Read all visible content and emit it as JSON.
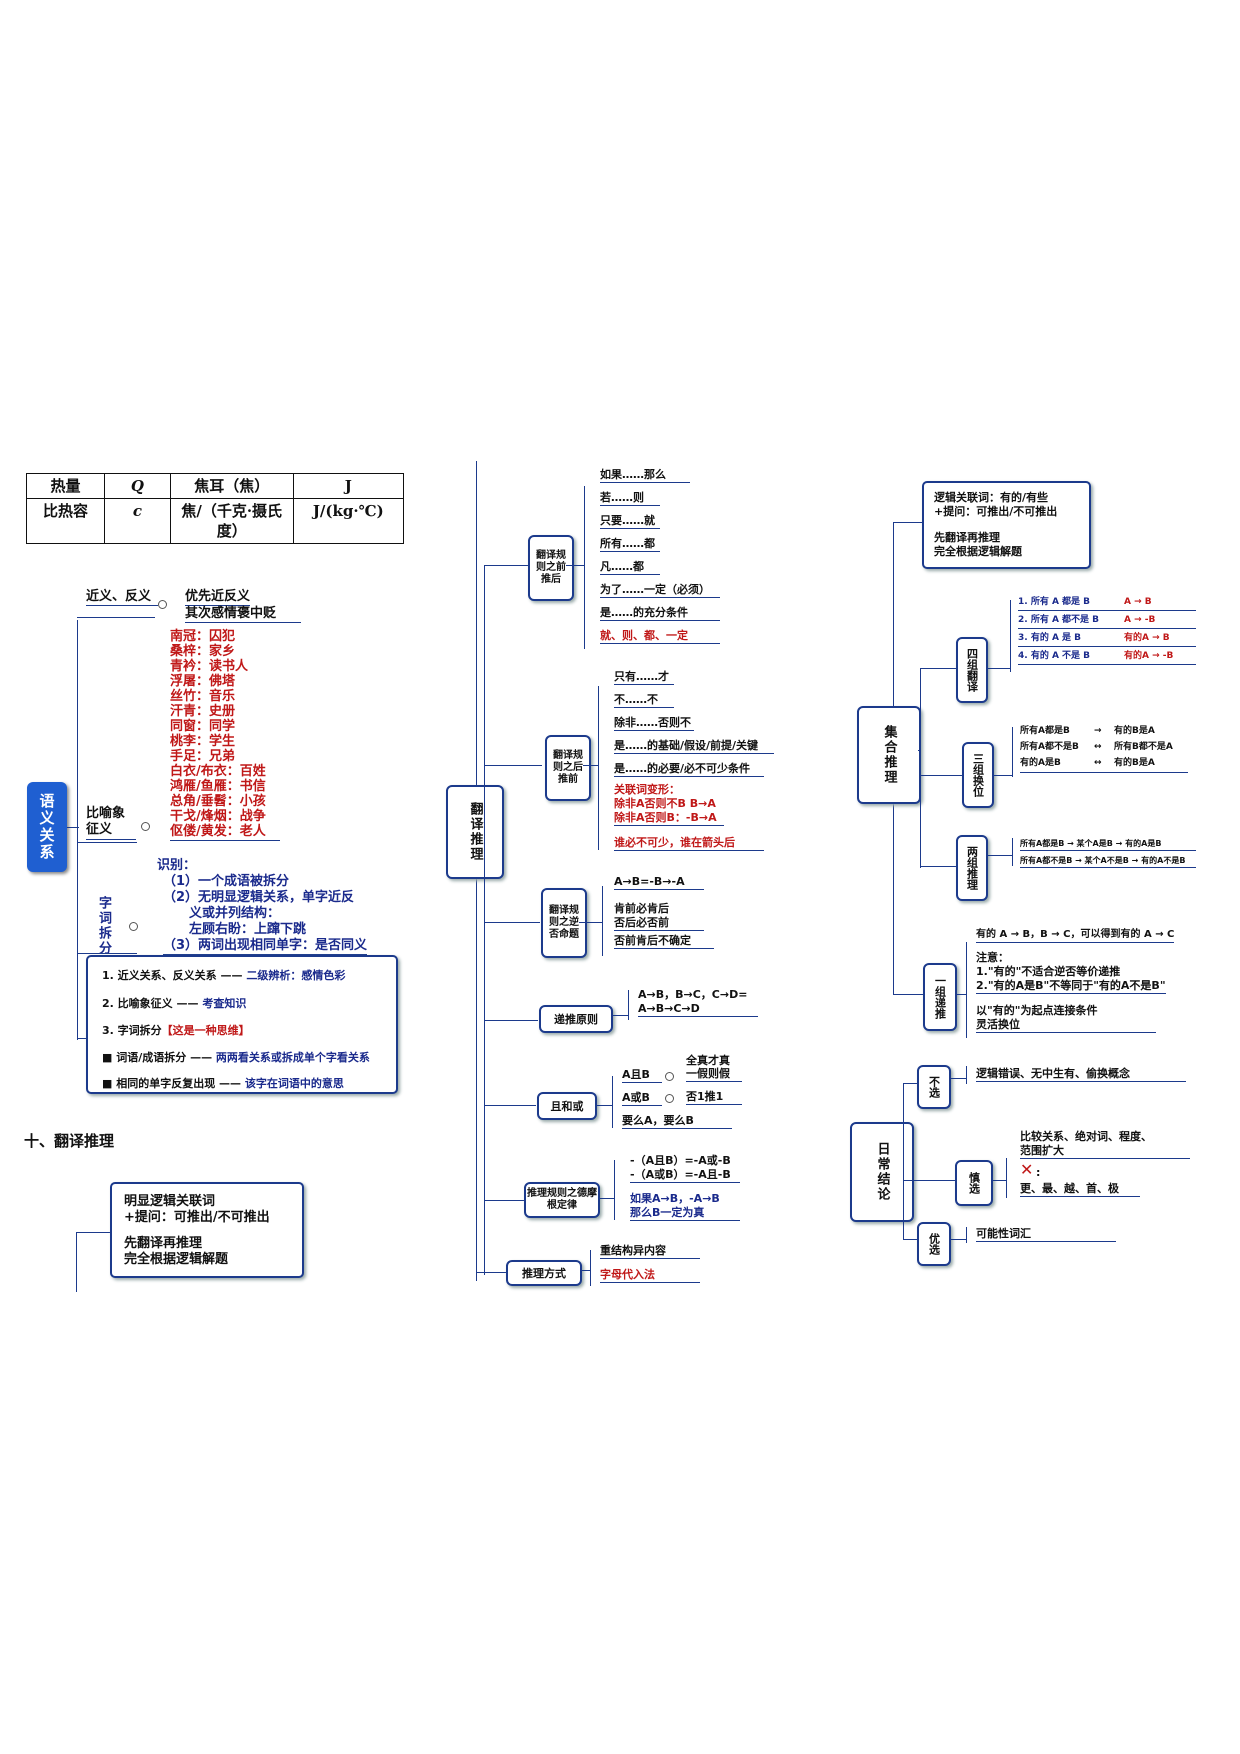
{
  "physics_table": {
    "rows": [
      [
        "热量",
        "Q",
        "焦耳（焦）",
        "J"
      ],
      [
        "比热容",
        "c",
        "焦/（千克·摄氏度）",
        "J/(kg·℃)"
      ]
    ]
  },
  "semantic": {
    "root": "语义关系",
    "near": {
      "label": "近义、反义",
      "text1": "优先近反义",
      "text2": "其次感情褒中贬"
    },
    "metaphor": {
      "label": "比喻象征义",
      "pairs": [
        "南冠：囚犯",
        "桑梓：家乡",
        "青衿：读书人",
        "浮屠：佛塔",
        "丝竹：音乐",
        "汗青：史册",
        "同窗：同学",
        "桃李：学生",
        "手足：兄弟",
        "白衣/布衣：百姓",
        "鸿雁/鱼雁：书信",
        "总角/垂髫：小孩",
        "干戈/烽烟：战争",
        "伛偻/黄发：老人"
      ]
    },
    "split": {
      "label": "字词拆分",
      "title": "识别：",
      "items": [
        "（1）一个成语被拆分",
        "（2）无明显逻辑关系，单字近反",
        "义或并列结构：",
        "左顾右盼：上蹿下跳",
        "（3）两词出现相同单字：是否同义"
      ]
    },
    "summary": [
      {
        "a": "1. 近义关系、反义关系 ——",
        "b": " 二级辨析：感情色彩"
      },
      {
        "a": "2. 比喻象征义 ——",
        "b": " 考查知识"
      },
      {
        "a": "3. 字词拆分",
        "b": "【这是一种思维】"
      },
      {
        "a": "■ 词语/成语拆分 ——",
        "b": " 两两看关系或拆成单个字看关系"
      },
      {
        "a": "■ 相同的单字反复出现 ——",
        "b": " 该字在词语中的意思"
      }
    ]
  },
  "section_title": "十、翻译推理",
  "bottom_box": {
    "line1": "明显逻辑关联词",
    "line2": "+提问：可推出/不可推出",
    "line3": "先翻译再推理",
    "line4": "完全根据逻辑解题"
  },
  "translate": {
    "root": "翻译推理",
    "before": {
      "label": "翻译规则之前推后",
      "items": [
        "如果……那么",
        "若……则",
        "只要……就",
        "所有……都",
        "凡……都",
        "为了……一定（必须）",
        "是……的充分条件",
        "就、则、都、一定"
      ]
    },
    "after": {
      "label": "翻译规则之后推前",
      "items": [
        "只有……才",
        "不……不",
        "除非……否则不",
        "是……的基础/假设/前提/关键",
        "是……的必要/必不可少条件",
        "关联词变形：",
        "除非A否则不B    B→A",
        "除非A否则B：-B→A",
        "谁必不可少，谁在箭头后"
      ]
    },
    "contra": {
      "label": "翻译规则之逆否命题",
      "a": "A→B=-B→-A",
      "b": "肯前必肯后",
      "c": "否后必否前",
      "d": "否前肯后不确定"
    },
    "chain": {
      "label": "递推原则",
      "a": "A→B，B→C，C→D=",
      "b": "A→B→C→D"
    },
    "andor": {
      "label": "且和或",
      "r1a": "A且B",
      "r1b": "全真才真",
      "r1c": "一假则假",
      "r2a": "A或B",
      "r2b": "否1推1",
      "r3": "要么A，要么B"
    },
    "demorgan": {
      "label": "推理规则之德摩根定律",
      "a": "-（A且B）=-A或-B",
      "b": "-（A或B）=-A且-B",
      "c": "如果A→B，-A→B",
      "d": "那么B一定为真"
    },
    "method": {
      "label": "推理方式",
      "a": "重结构异内容",
      "b": "字母代入法"
    }
  },
  "set_reasoning": {
    "root": "集合推理",
    "topbox": {
      "line1": "逻辑关联词：有的/有些",
      "line2": "+提问：可推出/不可推出",
      "line3": "先翻译再推理",
      "line4": "完全根据逻辑解题"
    },
    "four": {
      "label": "四组翻译",
      "rows": [
        [
          "1. 所有 A 都是 B",
          "A → B"
        ],
        [
          "2. 所有 A 都不是 B",
          "A → -B"
        ],
        [
          "3. 有的 A 是 B",
          "有的A → B"
        ],
        [
          "4. 有的 A 不是 B",
          "有的A → -B"
        ]
      ]
    },
    "three": {
      "label": "三组换位",
      "rows": [
        [
          "所有A都是B",
          "→",
          "有的B是A"
        ],
        [
          "所有A都不是B",
          "↔",
          "所有B都不是A"
        ],
        [
          "有的A是B",
          "↔",
          "有的B是A"
        ]
      ]
    },
    "two": {
      "label": "两组推理",
      "rows": [
        "所有A都是B → 某个A是B → 有的A是B",
        "所有A都不是B → 某个A不是B → 有的A不是B"
      ]
    },
    "one": {
      "label": "一组递推",
      "head": "有的 A → B，B → C，可以得到有的 A → C",
      "n0": "注意：",
      "n1": "1.\"有的\"不适合逆否等价递推",
      "n2": "2.\"有的A是B\"不等同于\"有的A不是B\"",
      "n3": "以\"有的\"为起点连接条件",
      "n4": "灵活换位"
    }
  },
  "daily": {
    "root": "日常结论",
    "no": {
      "label": "不选",
      "text": "逻辑错误、无中生有、偷换概念"
    },
    "careful": {
      "label": "慎选",
      "t1": "比较关系、绝对词、程度、",
      "t2": "范围扩大",
      "x": "✕",
      "t3": "更、最、越、首、极"
    },
    "prefer": {
      "label": "优选",
      "text": "可能性词汇"
    }
  }
}
